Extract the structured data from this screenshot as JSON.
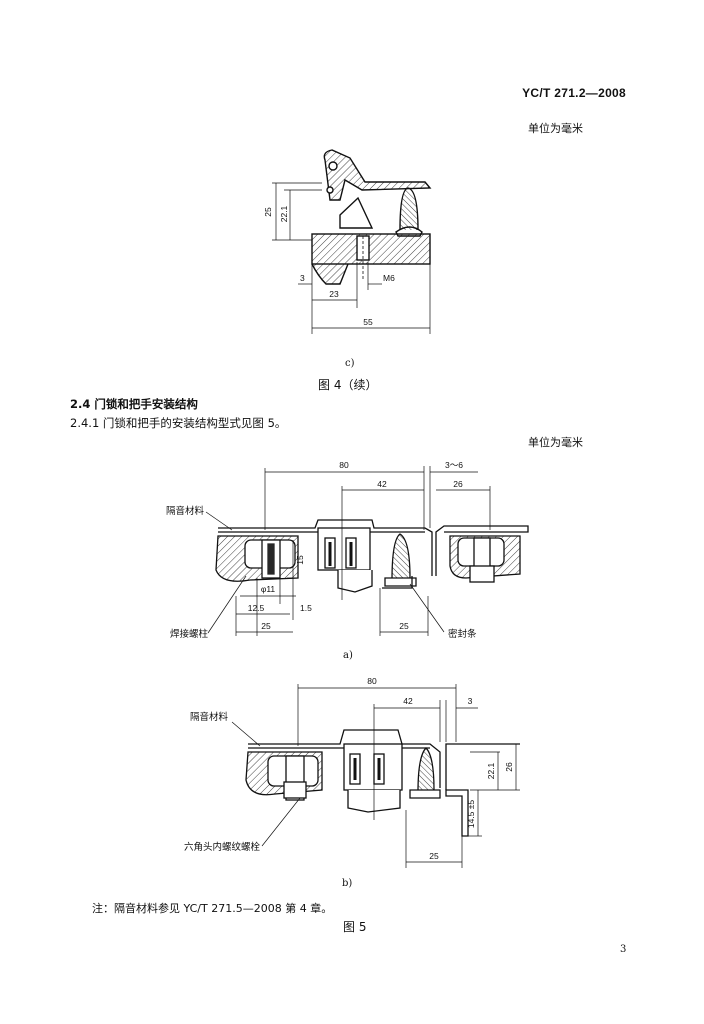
{
  "header": {
    "standard_id": "YC/T 271.2—2008"
  },
  "unit_note": "单位为毫米",
  "figure_c": {
    "dims": {
      "d25": "25",
      "d22": "22.1",
      "d3": "3",
      "dM6": "M6",
      "d23": "23",
      "d55": "55"
    },
    "caption": "c)"
  },
  "figure4_caption": "图 4（续）",
  "section": {
    "heading": "2.4   门锁和把手安装结构",
    "clause": "2.4.1   门锁和把手的安装结构型式见图 5。"
  },
  "figure5a": {
    "dims": {
      "d80": "80",
      "d3to6": "3～6",
      "d42": "42",
      "d26": "26",
      "d15": "15",
      "dphi11": "φ11",
      "d12_5": "12.5",
      "d1_5": "1.5",
      "d25_left": "25",
      "d25_right": "25"
    },
    "labels": {
      "insulation": "隔音材料",
      "weld_stud": "焊接螺柱",
      "seal_strip": "密封条"
    },
    "caption": "a)"
  },
  "figure5b": {
    "dims": {
      "d80": "80",
      "d42": "42",
      "d3": "3",
      "d22": "22.1",
      "d26": "26",
      "d14_5": "14.5 ±5",
      "d25": "25"
    },
    "labels": {
      "insulation": "隔音材料",
      "hex_socket_stud": "六角头内螺纹螺栓"
    },
    "caption": "b)"
  },
  "note": "注：隔音材料参见 YC/T 271.5—2008 第 4 章。",
  "figure5_caption": "图 5",
  "page_number": "3",
  "colors": {
    "ink": "#111111",
    "paper": "#ffffff"
  }
}
